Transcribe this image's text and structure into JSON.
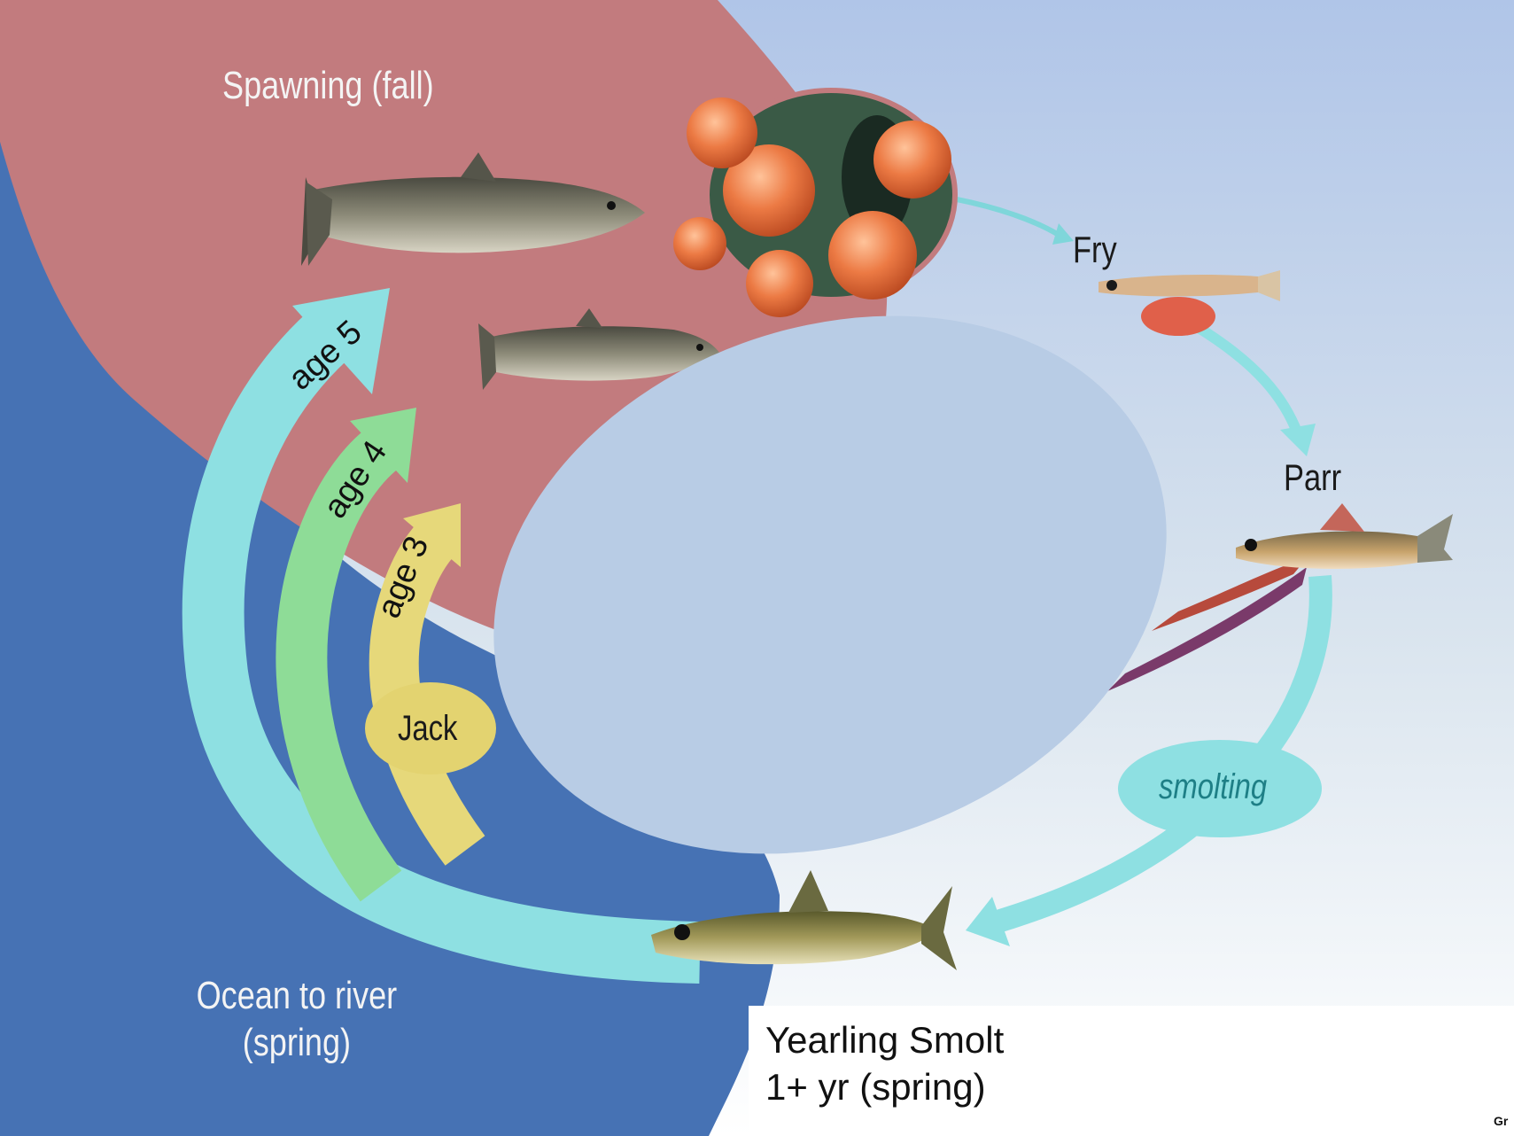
{
  "labels": {
    "spawning": "Spawning (fall)",
    "ocean_line1": "Ocean to river",
    "ocean_line2": "(spring)",
    "fry": "Fry",
    "parr": "Parr",
    "smolting": "smolting",
    "jack": "Jack",
    "age5": "age 5",
    "age4": "age 4",
    "age3": "age 3",
    "yearling_line1": "Yearling Smolt",
    "yearling_line2": "1+ yr (spring)",
    "credit": "Gr"
  },
  "colors": {
    "ocean_blue": "#4672b4",
    "spawning_red": "#c27b7e",
    "sky_blue": "#b3c6e6",
    "center_oval": "#b8cce5",
    "arrow_cyan": "#8ee0e2",
    "arrow_green": "#8edc97",
    "arrow_yellow": "#e6d87a",
    "jack_yellow": "#e3d370",
    "egg_orange": "#e8763f",
    "smolting_text": "#1e7f86"
  }
}
